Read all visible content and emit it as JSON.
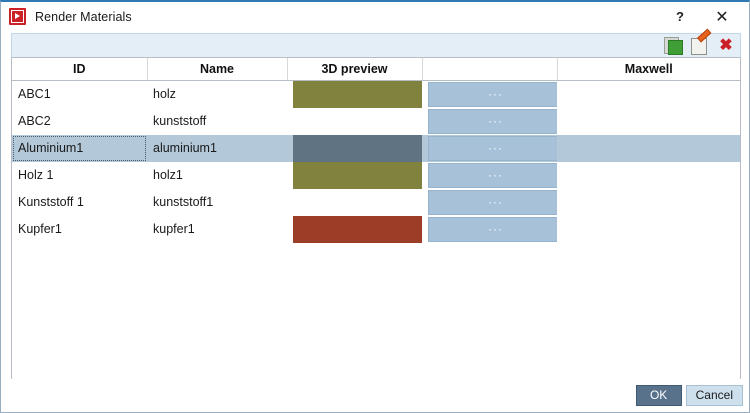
{
  "window": {
    "title": "Render Materials",
    "icon": "app-icon",
    "help_label": "?",
    "close_label": "✕"
  },
  "toolbar": {
    "add_icon": "add-document-icon",
    "edit_icon": "edit-document-icon",
    "delete_icon": "delete-icon",
    "delete_label": "✖"
  },
  "table": {
    "columns": [
      "ID",
      "Name",
      "3D preview",
      "",
      "Maxwell"
    ],
    "dots_label": "···",
    "rows": [
      {
        "id": "ABC1",
        "name": "holz",
        "preview": "#81823e",
        "has_preview": true,
        "maxwell": "",
        "selected": false
      },
      {
        "id": "ABC2",
        "name": "kunststoff",
        "preview": "",
        "has_preview": false,
        "maxwell": "",
        "selected": false
      },
      {
        "id": "Aluminium1",
        "name": "aluminium1",
        "preview": "#5f7382",
        "has_preview": true,
        "maxwell": "",
        "selected": true
      },
      {
        "id": "Holz 1",
        "name": "holz1",
        "preview": "#81823e",
        "has_preview": true,
        "maxwell": "",
        "selected": false
      },
      {
        "id": "Kunststoff 1",
        "name": "kunststoff1",
        "preview": "",
        "has_preview": false,
        "maxwell": "",
        "selected": false
      },
      {
        "id": "Kupfer1",
        "name": "kupfer1",
        "preview": "#9c3d28",
        "has_preview": true,
        "maxwell": "",
        "selected": false
      }
    ]
  },
  "footer": {
    "ok_label": "OK",
    "cancel_label": "Cancel"
  },
  "colors": {
    "accent": "#2f7ab5",
    "selection": "#b3c8d8",
    "dots_button": "#a7c2d8",
    "ok_button": "#58728c",
    "cancel_button": "#cfe0ed",
    "toolbar_strip": "#e4eef6"
  }
}
